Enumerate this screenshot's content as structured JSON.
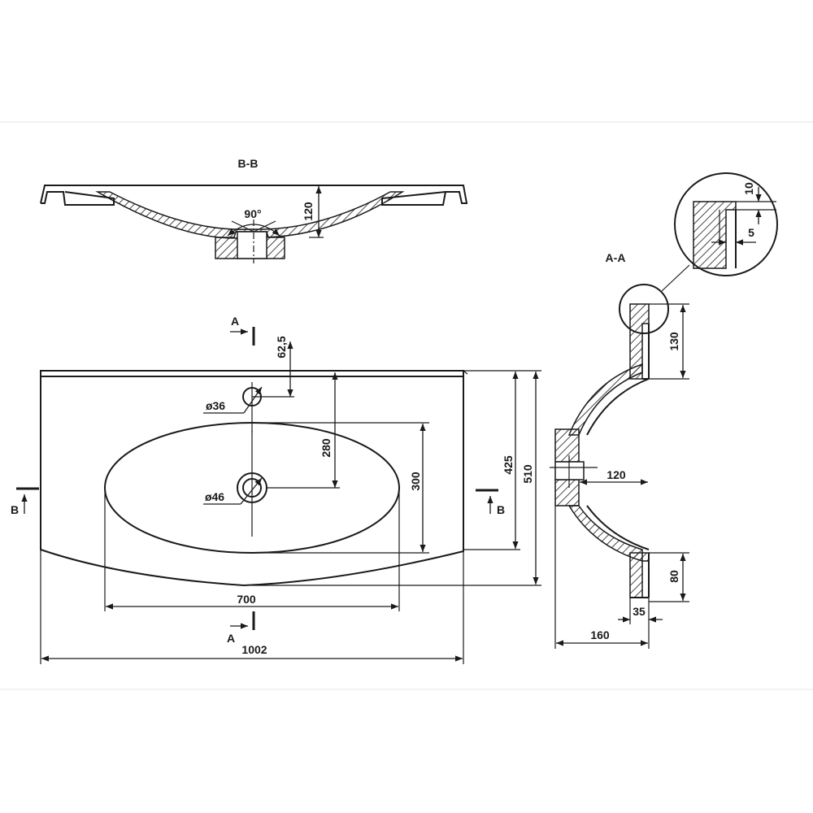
{
  "section_labels": {
    "bb": "B-B",
    "aa": "A-A"
  },
  "cut_marks": {
    "a": "A",
    "b": "B"
  },
  "dimensions": {
    "bb_angle": "90°",
    "bb_depth": "120",
    "tap_offset": "62,5",
    "tap_hole": "ø36",
    "drain_hole": "ø46",
    "drain_offset": "280",
    "bowl_width": "300",
    "depth_inner": "425",
    "depth_total": "510",
    "bowl_length": "700",
    "total_length": "1002",
    "aa_rim": "130",
    "aa_depth": "120",
    "aa_front": "80",
    "aa_lip": "35",
    "aa_total": "160",
    "detail_top": "10",
    "detail_gap": "5"
  }
}
